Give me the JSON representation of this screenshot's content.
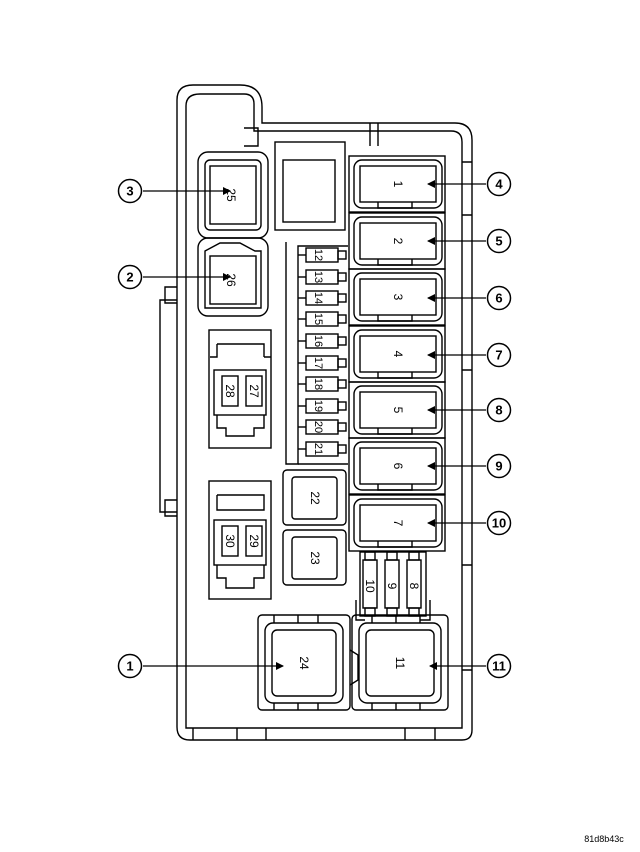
{
  "diagram": {
    "slots": {
      "s1": "1",
      "s2": "2",
      "s3": "3",
      "s4": "4",
      "s5": "5",
      "s6": "6",
      "s7": "7",
      "s8": "8",
      "s9": "9",
      "s10": "10",
      "s11": "11",
      "s12": "12",
      "s13": "13",
      "s14": "14",
      "s15": "15",
      "s16": "16",
      "s17": "17",
      "s18": "18",
      "s19": "19",
      "s20": "20",
      "s21": "21",
      "s22": "22",
      "s23": "23",
      "s24": "24",
      "s25": "25",
      "s26": "26",
      "s27": "27",
      "s28": "28",
      "s29": "29",
      "s30": "30"
    },
    "callouts": {
      "c1": "1",
      "c2": "2",
      "c3": "3",
      "c4": "4",
      "c5": "5",
      "c6": "6",
      "c7": "7",
      "c8": "8",
      "c9": "9",
      "c10": "10",
      "c11": "11"
    },
    "reference_code": "81d8b43c"
  }
}
